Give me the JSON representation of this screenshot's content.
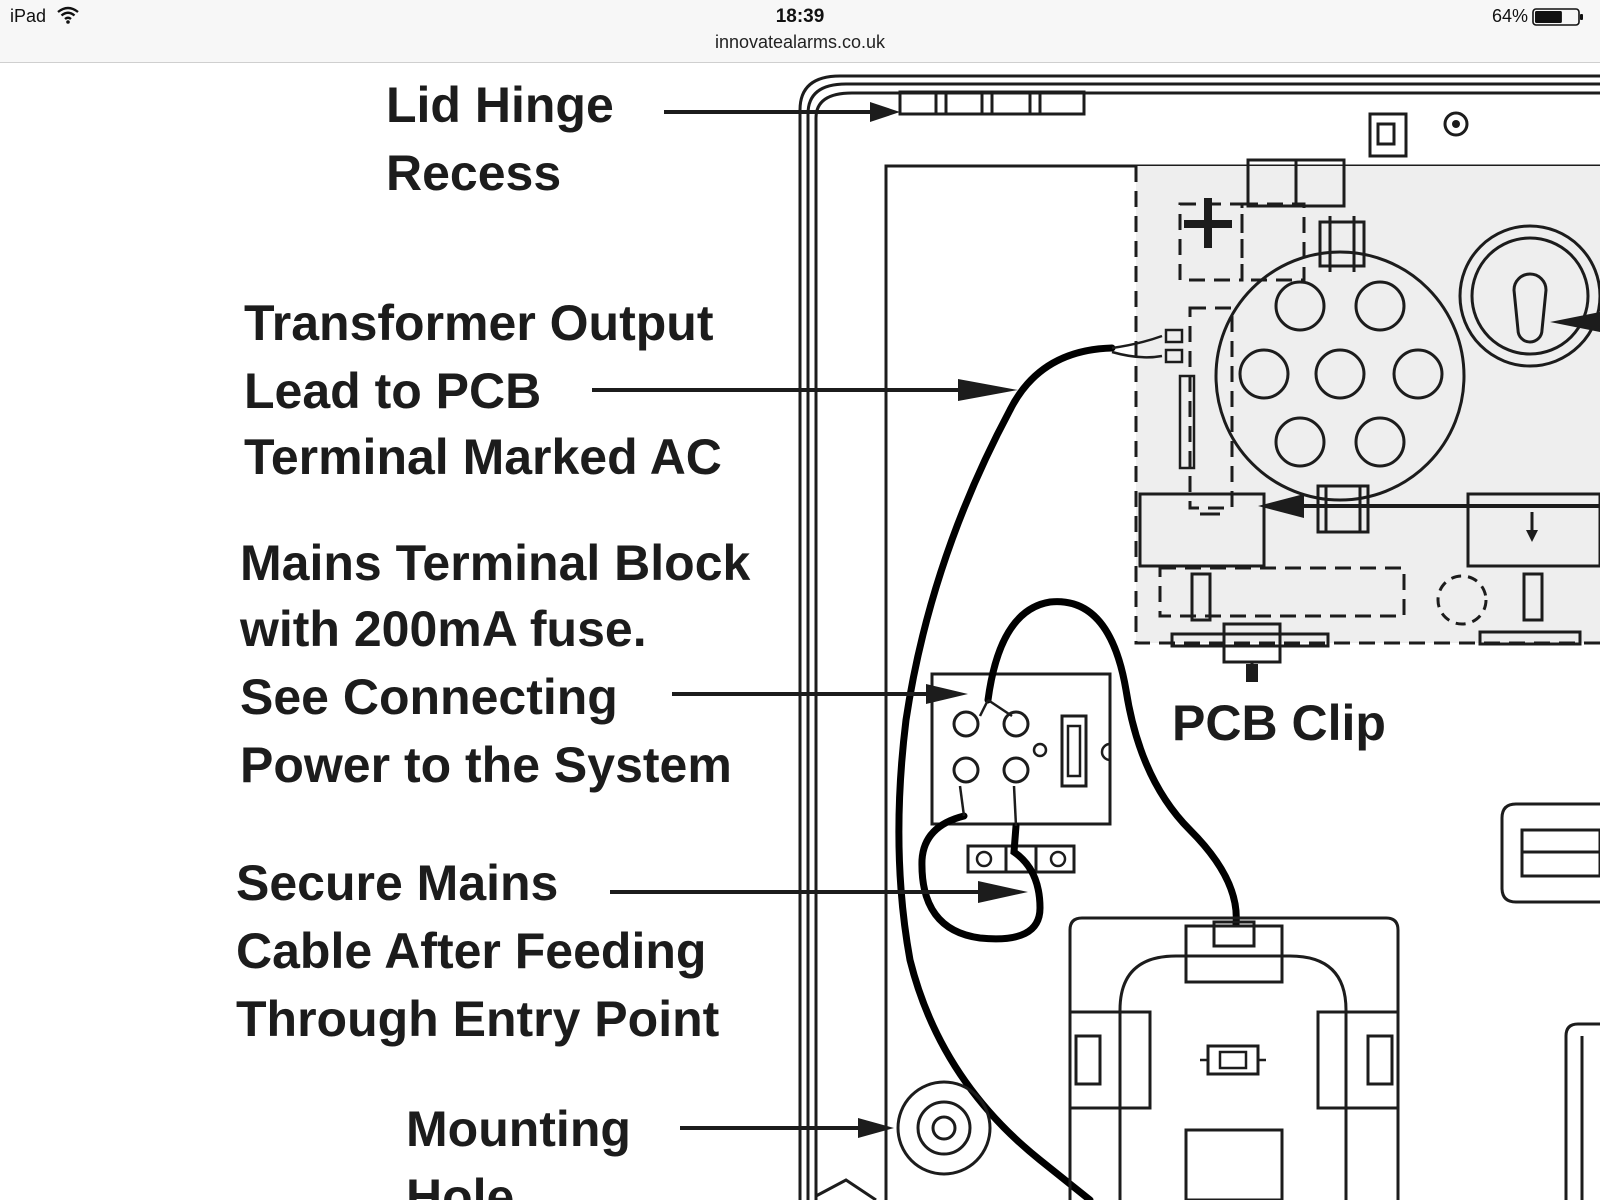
{
  "status_bar": {
    "device": "iPad",
    "time": "18:39",
    "url": "innovatealarms.co.uk",
    "battery": "64%",
    "battery_level": 0.64
  },
  "labels": {
    "lid_hinge": [
      "Lid Hinge",
      "Recess"
    ],
    "transformer": [
      "Transformer Output",
      "Lead to PCB",
      "Terminal Marked AC"
    ],
    "mains_block": [
      "Mains Terminal Block",
      "with 200mA fuse.",
      "See Connecting",
      "Power to the System"
    ],
    "secure_cable": [
      "Secure Mains",
      "Cable After Feeding",
      "Through Entry Point"
    ],
    "mounting_hole": [
      "Mounting",
      "Hole"
    ],
    "pcb_clip": "PCB Clip"
  },
  "icons": {
    "wifi": "wifi-icon",
    "battery": "battery-icon"
  }
}
